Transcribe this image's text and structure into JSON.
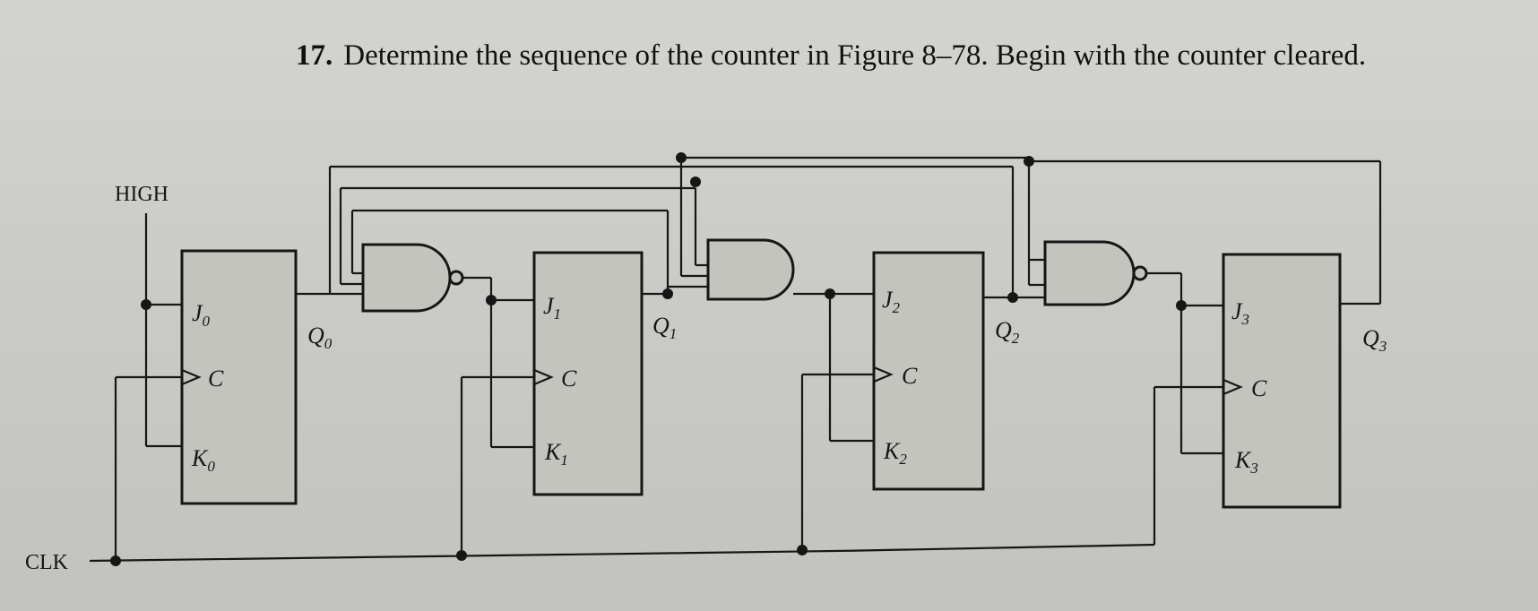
{
  "problem": {
    "number": "17.",
    "text": "Determine the sequence of the counter in Figure 8–78. Begin with the counter cleared."
  },
  "signals": {
    "high": "HIGH",
    "clk": "CLK"
  },
  "flip_flops": [
    {
      "j": "J",
      "k": "K",
      "c": "C",
      "q": "Q",
      "index": "0"
    },
    {
      "j": "J",
      "k": "K",
      "c": "C",
      "q": "Q",
      "index": "1"
    },
    {
      "j": "J",
      "k": "K",
      "c": "C",
      "q": "Q",
      "index": "2"
    },
    {
      "j": "J",
      "k": "K",
      "c": "C",
      "q": "Q",
      "index": "3"
    }
  ]
}
